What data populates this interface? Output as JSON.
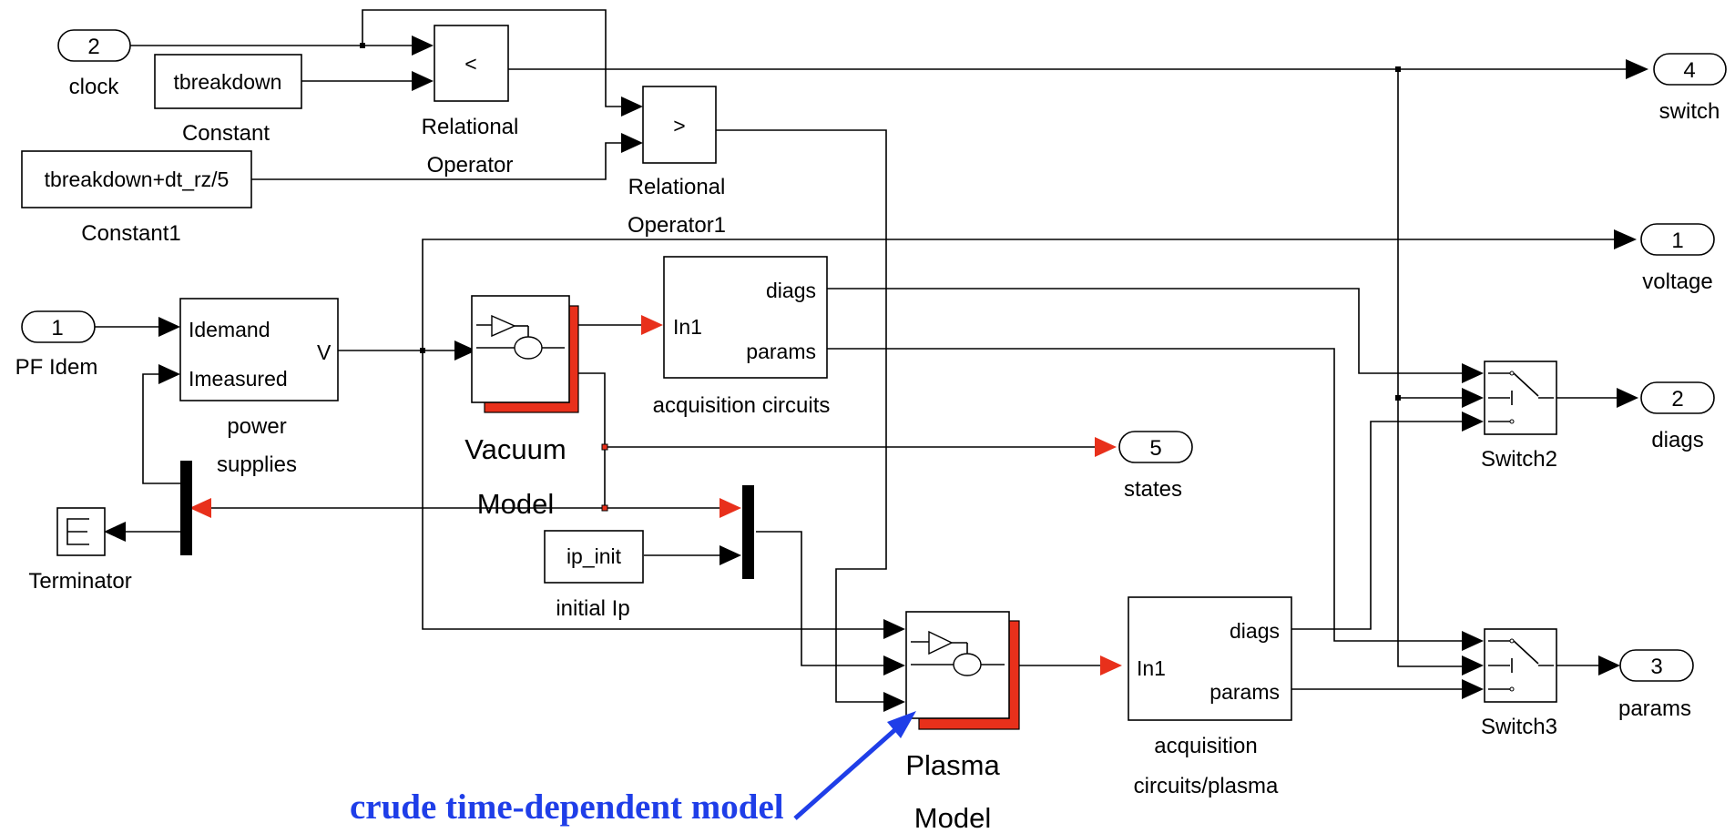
{
  "inports": [
    {
      "num": "2",
      "name": "clock"
    },
    {
      "num": "1",
      "name": "PF Idem"
    }
  ],
  "outports": [
    {
      "num": "4",
      "name": "switch"
    },
    {
      "num": "1",
      "name": "voltage"
    },
    {
      "num": "2",
      "name": "diags"
    },
    {
      "num": "5",
      "name": "states"
    },
    {
      "num": "3",
      "name": "params"
    }
  ],
  "constants": [
    {
      "value": "tbreakdown",
      "name": "Constant"
    },
    {
      "value": "tbreakdown+dt_rz/5",
      "name": "Constant1"
    },
    {
      "value": "ip_init",
      "name": "initial Ip"
    }
  ],
  "relational": [
    {
      "symbol": "<",
      "name_line1": "Relational",
      "name_line2": "Operator"
    },
    {
      "symbol": ">",
      "name_line1": "Relational",
      "name_line2": "Operator1"
    }
  ],
  "power_supplies": {
    "in1": "Idemand",
    "in2": "Imeasured",
    "out": "V",
    "name_line1": "power",
    "name_line2": "supplies"
  },
  "vacuum_model": {
    "line1": "Vacuum",
    "line2": "Model"
  },
  "plasma_model": {
    "line1": "Plasma",
    "line2": "Model"
  },
  "acq_vacuum": {
    "in": "In1",
    "out1": "diags",
    "out2": "params",
    "name": "acquisition circuits"
  },
  "acq_plasma": {
    "in": "In1",
    "out1": "diags",
    "out2": "params",
    "name_line1": "acquisition",
    "name_line2": "circuits/plasma"
  },
  "switches": [
    {
      "name": "Switch2"
    },
    {
      "name": "Switch3"
    }
  ],
  "terminator": {
    "name": "Terminator"
  },
  "annotation": "crude time-dependent model",
  "colors": {
    "signal_arrow": "#000000",
    "highlight_arrow": "#e8301b",
    "annotation": "#1f3ee8"
  }
}
